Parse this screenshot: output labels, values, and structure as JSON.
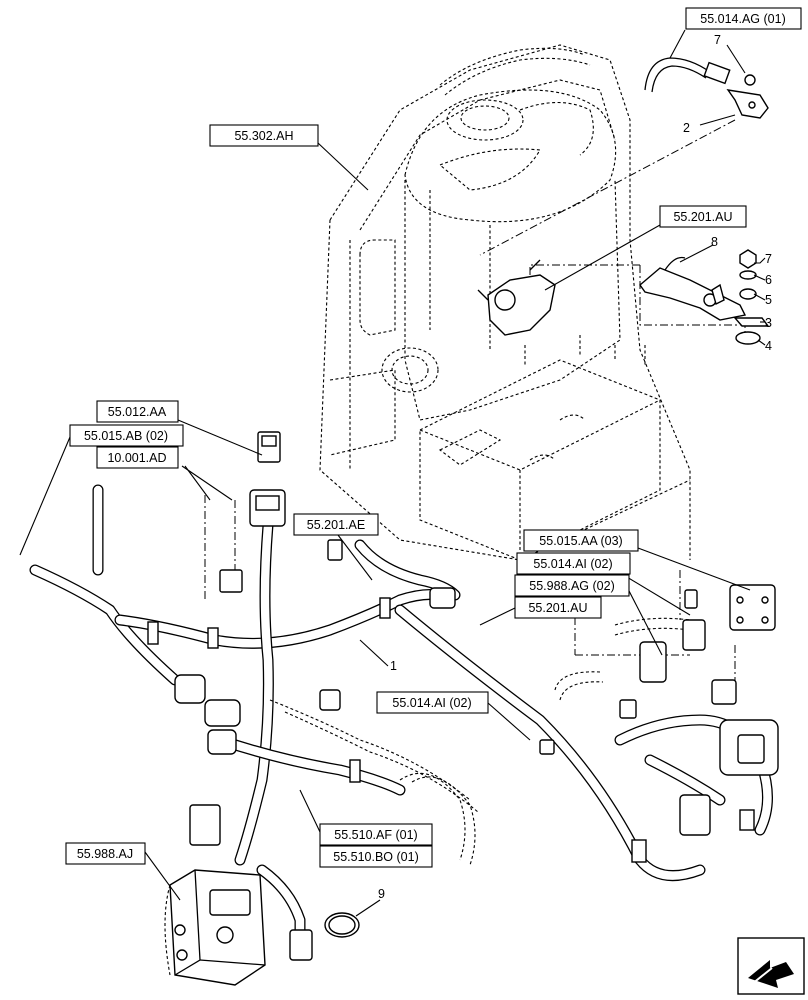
{
  "references": [
    {
      "id": "ref-55-014-ag-01",
      "text": "55.014.AG (01)"
    },
    {
      "id": "ref-55-302-ah",
      "text": "55.302.AH"
    },
    {
      "id": "ref-55-201-au-top",
      "text": "55.201.AU"
    },
    {
      "id": "ref-55-012-aa",
      "text": "55.012.AA"
    },
    {
      "id": "ref-55-015-ab-02",
      "text": "55.015.AB (02)"
    },
    {
      "id": "ref-10-001-ad",
      "text": "10.001.AD"
    },
    {
      "id": "ref-55-201-ae",
      "text": "55.201.AE"
    },
    {
      "id": "ref-55-015-aa-03",
      "text": "55.015.AA (03)"
    },
    {
      "id": "ref-55-014-ai-02-right",
      "text": "55.014.AI (02)"
    },
    {
      "id": "ref-55-988-ag-02",
      "text": "55.988.AG (02)"
    },
    {
      "id": "ref-55-201-au-mid",
      "text": "55.201.AU"
    },
    {
      "id": "ref-55-014-ai-02-mid",
      "text": "55.014.AI (02)"
    },
    {
      "id": "ref-55-510-af-01",
      "text": "55.510.AF (01)"
    },
    {
      "id": "ref-55-510-bo-01",
      "text": "55.510.BO (01)"
    },
    {
      "id": "ref-55-988-aj",
      "text": "55.988.AJ"
    }
  ],
  "item_numbers": {
    "top_nut": "7",
    "top_bracket": "2",
    "clip": "8",
    "nut": "7",
    "washer": "6",
    "bushing": "5",
    "bracket": "3",
    "plate": "4",
    "harness": "1",
    "ring": "9"
  },
  "nav_icon": "next-page-arrow-icon"
}
